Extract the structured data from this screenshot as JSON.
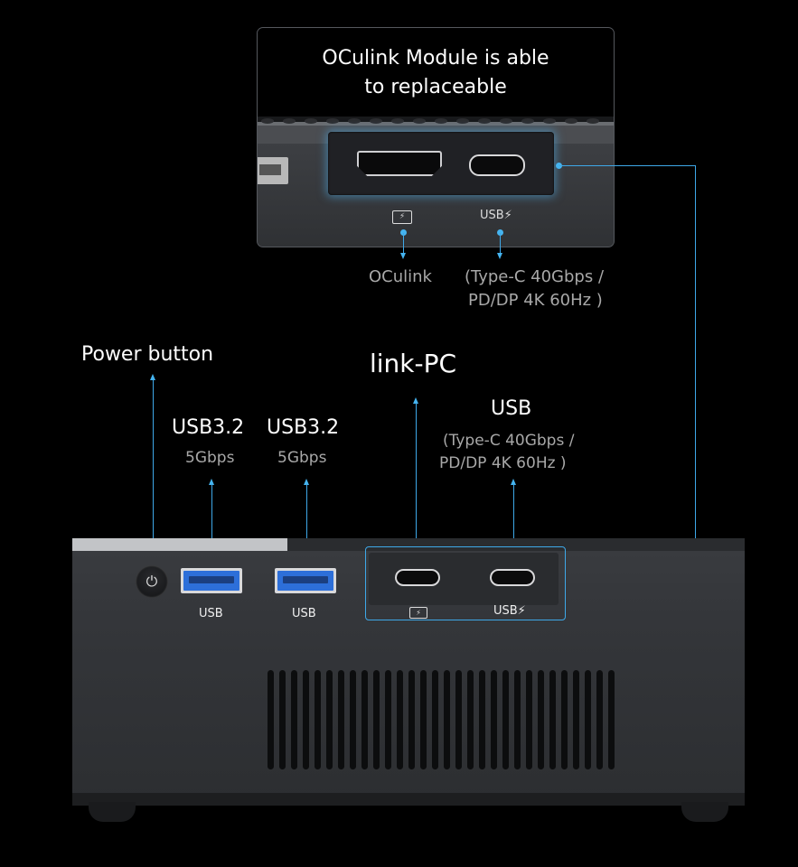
{
  "module": {
    "title_line1": "OCulink Module is able",
    "title_line2": "to replaceable",
    "port_usb_label": "USB⚡",
    "oculink_icon": "⚡",
    "oculink_label": "OCulink",
    "usb_desc_line1": "(Type-C 40Gbps /",
    "usb_desc_line2": "PD/DP 4K 60Hz )"
  },
  "labels": {
    "power": "Power button",
    "usb32_a_title": "USB3.2",
    "usb32_a_speed": "5Gbps",
    "usb32_b_title": "USB3.2",
    "usb32_b_speed": "5Gbps",
    "linkpc": "link-PC",
    "usb_title": "USB",
    "usb_desc_line1": "(Type-C 40Gbps /",
    "usb_desc_line2": "PD/DP 4K 60Hz )"
  },
  "pc": {
    "power_icon": "⏻",
    "usb_a_caption_1": "USB",
    "usb_a_caption_2": "USB",
    "thunder_icon": "⚡",
    "typec_usb_caption": "USB⚡"
  },
  "colors": {
    "accent": "#3ea8e8",
    "background": "#000000"
  }
}
